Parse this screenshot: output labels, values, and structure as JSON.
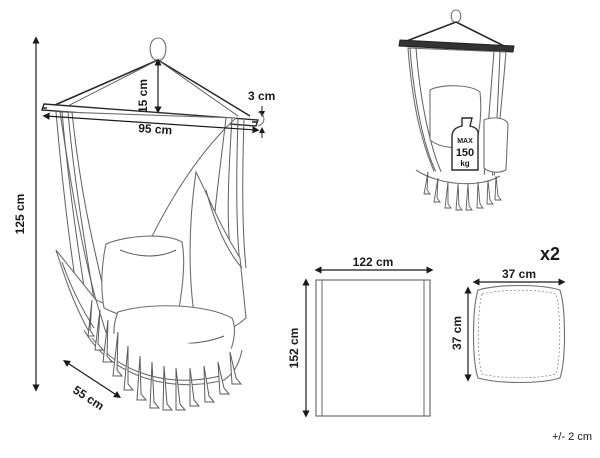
{
  "labels": {
    "rope_height": "15 cm",
    "bar_diameter": "3 cm",
    "bar_width": "95 cm",
    "total_height": "125 cm",
    "seat_depth": "55 cm",
    "max_label": "MAX",
    "max_value": "150",
    "max_unit": "kg",
    "fabric_width": "122 cm",
    "fabric_height": "152 cm",
    "pillow_count": "x2",
    "pillow_width": "37 cm",
    "pillow_height": "37 cm",
    "tolerance": "+/- 2 cm"
  },
  "colors": {
    "line": "#2a2a2a",
    "outline": "#6e6e6e",
    "bar": "#333333"
  }
}
